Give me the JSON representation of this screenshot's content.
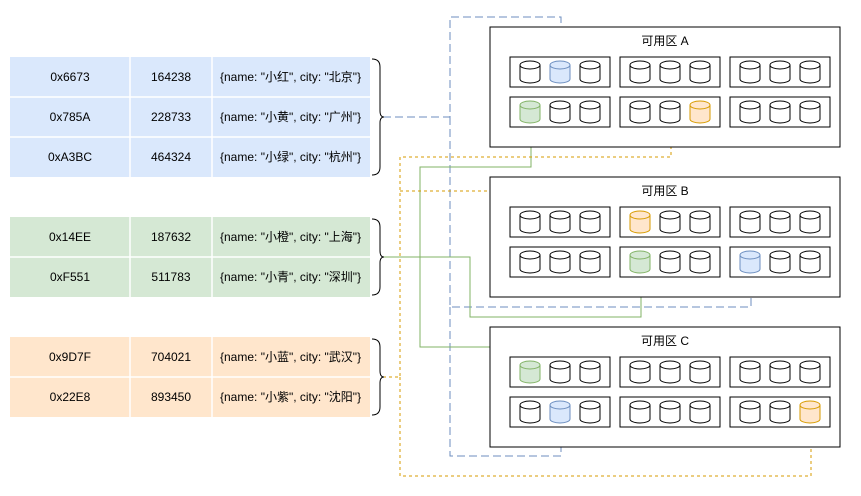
{
  "colors": {
    "blue_fill": "#dae8fc",
    "blue_stroke": "#6c8ebf",
    "green_fill": "#d5e8d4",
    "green_stroke": "#82b366",
    "orange_fill": "#ffe6cc",
    "orange_stroke": "#d79b00",
    "line_blue": "#6c8ebf",
    "line_green": "#82b366",
    "line_orange": "#d79b00"
  },
  "groups": [
    {
      "color": "blue",
      "rows": [
        {
          "id": "0x6673",
          "key": "164238",
          "value": "{name: \"小红\", city: \"北京\"}"
        },
        {
          "id": "0x785A",
          "key": "228733",
          "value": "{name: \"小黄\", city: \"广州\"}"
        },
        {
          "id": "0xA3BC",
          "key": "464324",
          "value": "{name: \"小绿\", city: \"杭州\"}"
        }
      ]
    },
    {
      "color": "green",
      "rows": [
        {
          "id": "0x14EE",
          "key": "187632",
          "value": "{name: \"小橙\", city: \"上海\"}"
        },
        {
          "id": "0xF551",
          "key": "511783",
          "value": "{name: \"小青\", city: \"深圳\"}"
        }
      ]
    },
    {
      "color": "orange",
      "rows": [
        {
          "id": "0x9D7F",
          "key": "704021",
          "value": "{name: \"小蓝\", city: \"武汉\"}"
        },
        {
          "id": "0x22E8",
          "key": "893450",
          "value": "{name: \"小紫\", city: \"沈阳\"}"
        }
      ]
    }
  ],
  "zones": [
    {
      "title": "可用区 A",
      "highlights": [
        {
          "row": 0,
          "rack": 0,
          "disk": 1,
          "color": "blue"
        },
        {
          "row": 1,
          "rack": 0,
          "disk": 0,
          "color": "green"
        },
        {
          "row": 1,
          "rack": 1,
          "disk": 2,
          "color": "orange"
        }
      ]
    },
    {
      "title": "可用区 B",
      "highlights": [
        {
          "row": 0,
          "rack": 1,
          "disk": 0,
          "color": "orange"
        },
        {
          "row": 1,
          "rack": 1,
          "disk": 0,
          "color": "green"
        },
        {
          "row": 1,
          "rack": 2,
          "disk": 0,
          "color": "blue"
        }
      ]
    },
    {
      "title": "可用区 C",
      "highlights": [
        {
          "row": 0,
          "rack": 0,
          "disk": 0,
          "color": "green"
        },
        {
          "row": 1,
          "rack": 0,
          "disk": 1,
          "color": "blue"
        },
        {
          "row": 1,
          "rack": 2,
          "disk": 2,
          "color": "orange"
        }
      ]
    }
  ]
}
